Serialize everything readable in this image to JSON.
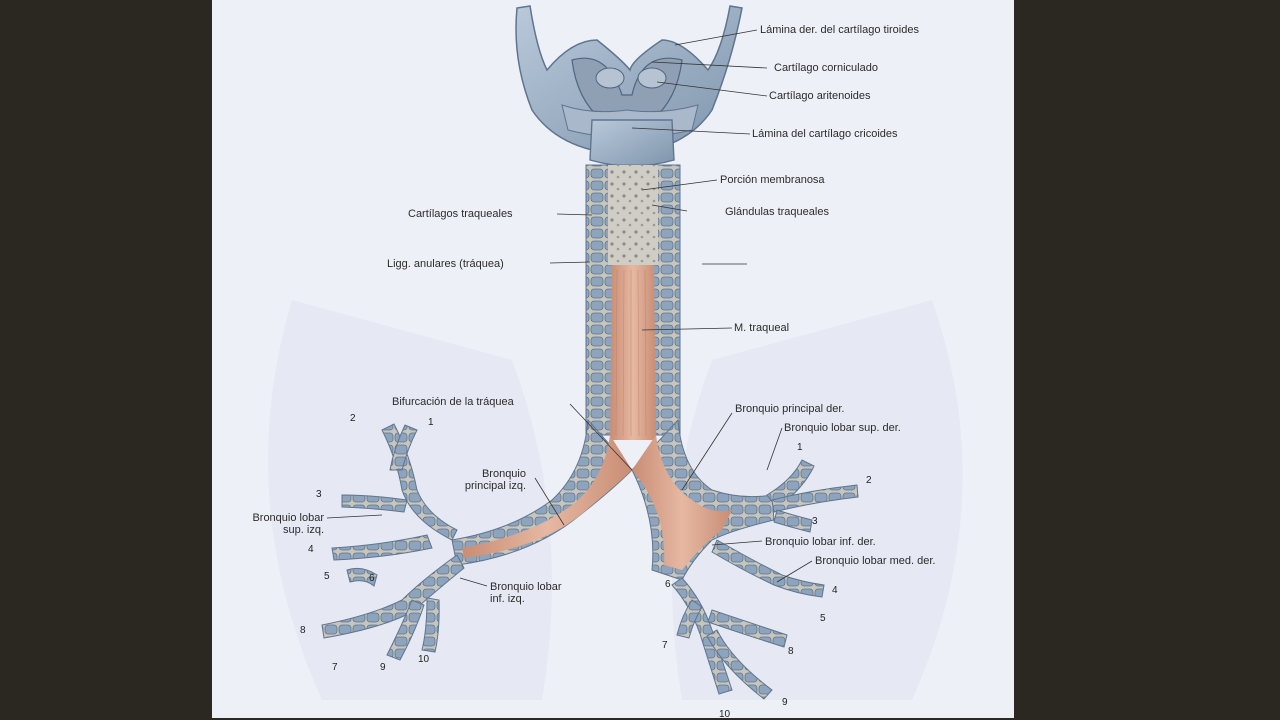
{
  "labels": {
    "lamina_tiroides": "Lámina der. del cartílago tiroides",
    "cartilago_corniculado": "Cartílago corniculado",
    "cartilago_aritenoides": "Cartílago aritenoides",
    "lamina_cricoides": "Lámina del cartílago cricoides",
    "porcion_membranosa": "Porción membranosa",
    "glandulas_traqueales": "Glándulas traqueales",
    "cartilagos_traqueales": "Cartílagos traqueales",
    "ligg_anulares": "Ligg. anulares (tráquea)",
    "m_traqueal": "M. traqueal",
    "bifurcacion": "Bifurcación de la tráquea",
    "bronquio_principal_der": "Bronquio principal der.",
    "bronquio_lobar_sup_der": "Bronquio lobar sup. der.",
    "bronquio_principal_izq_1": "Bronquio",
    "bronquio_principal_izq_2": "principal izq.",
    "bronquio_lobar_sup_izq_1": "Bronquio lobar",
    "bronquio_lobar_sup_izq_2": "sup. izq.",
    "bronquio_lobar_inf_der": "Bronquio lobar inf. der.",
    "bronquio_lobar_med_der": "Bronquio lobar med. der.",
    "bronquio_lobar_inf_izq_1": "Bronquio lobar",
    "bronquio_lobar_inf_izq_2": "inf. izq."
  },
  "segment_numbers": {
    "left": [
      "2",
      "1",
      "3",
      "4",
      "5",
      "6",
      "8",
      "7",
      "9",
      "10"
    ],
    "right": [
      "1",
      "2",
      "3",
      "6",
      "4",
      "5",
      "7",
      "8",
      "9",
      "10"
    ]
  },
  "colors": {
    "background": "#2a2820",
    "panel": "#eef0f7",
    "cartilage": "#9db1c7",
    "cartilage_dark": "#6f86a0",
    "muscle": "#d9a78f",
    "membrane": "#c9c7bd"
  }
}
